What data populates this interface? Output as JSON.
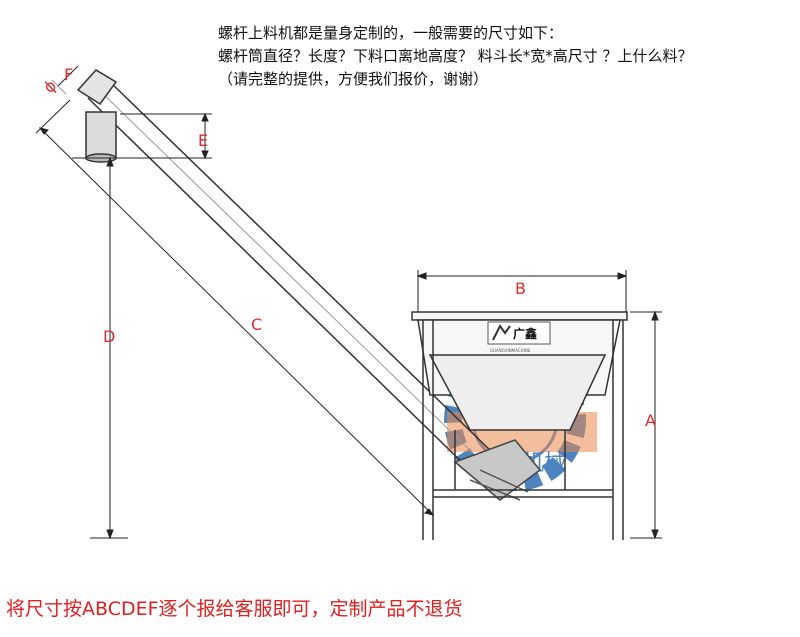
{
  "instructions": {
    "line1": "螺杆上料机都是量身定制的，一般需要的尺寸如下：",
    "line2": "螺杆筒直径？长度？下料口离地高度？ 料斗长*宽*高尺寸 ？上什么料？",
    "line3": "（请完整的提供，方便我们报价，谢谢）"
  },
  "dimensions": {
    "diameter_symbol": "ϕ",
    "F": "F",
    "E": "E",
    "D": "D",
    "C": "C",
    "B": "B",
    "A": "A"
  },
  "hopper_brand": {
    "name": "广鑫",
    "small_text": "GUANGXINMACHINE"
  },
  "watermark": {
    "text": "广鑫机械"
  },
  "footer": {
    "text": "将尺寸按ABCDEF逐个报给客服即可，定制产品不退货"
  },
  "colors": {
    "label_red": "#d62d2d",
    "footer_red": "#e02020",
    "line_gray": "#333333",
    "watermark_blue": "#2f6fb3",
    "watermark_orange": "#e8742c"
  }
}
